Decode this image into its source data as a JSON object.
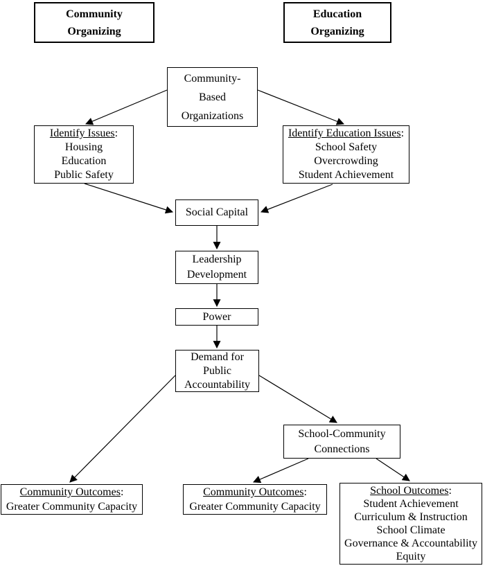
{
  "colors": {
    "background": "#ffffff",
    "border": "#000000",
    "text": "#000000",
    "arrow": "#000000"
  },
  "nodes": {
    "community_organizing": {
      "lines": [
        "Community",
        "Organizing"
      ]
    },
    "education_organizing": {
      "lines": [
        "Education",
        "Organizing"
      ]
    },
    "community_based_organizations": {
      "lines": [
        "Community-",
        "Based",
        "Organizations"
      ]
    },
    "identify_issues": {
      "title": "Identify Issues",
      "colon": ":",
      "items": [
        "Housing",
        "Education",
        "Public Safety"
      ]
    },
    "identify_education_issues": {
      "title": "Identify Education Issues",
      "colon": ":",
      "items": [
        "School Safety",
        "Overcrowding",
        "Student Achievement"
      ]
    },
    "social_capital": {
      "lines": [
        "Social Capital"
      ]
    },
    "leadership_development": {
      "lines": [
        "Leadership",
        "Development"
      ]
    },
    "power": {
      "lines": [
        "Power"
      ]
    },
    "demand_public_accountability": {
      "lines": [
        "Demand for",
        "Public",
        "Accountability"
      ]
    },
    "school_community_connections": {
      "lines": [
        "School-Community",
        "Connections"
      ]
    },
    "community_outcomes_left": {
      "title": "Community Outcomes",
      "colon": ":",
      "items": [
        "Greater Community Capacity"
      ]
    },
    "community_outcomes_center": {
      "title": "Community Outcomes",
      "colon": ":",
      "items": [
        "Greater Community Capacity"
      ]
    },
    "school_outcomes": {
      "title": "School Outcomes",
      "colon": ":",
      "items": [
        "Student Achievement",
        "Curriculum & Instruction",
        "School Climate",
        "Governance & Accountability",
        "Equity"
      ]
    }
  },
  "edges": [
    {
      "from": "community_based_organizations",
      "to": "identify_issues"
    },
    {
      "from": "community_based_organizations",
      "to": "identify_education_issues"
    },
    {
      "from": "identify_issues",
      "to": "social_capital"
    },
    {
      "from": "identify_education_issues",
      "to": "social_capital"
    },
    {
      "from": "social_capital",
      "to": "leadership_development"
    },
    {
      "from": "leadership_development",
      "to": "power"
    },
    {
      "from": "power",
      "to": "demand_public_accountability"
    },
    {
      "from": "demand_public_accountability",
      "to": "community_outcomes_left"
    },
    {
      "from": "demand_public_accountability",
      "to": "school_community_connections"
    },
    {
      "from": "school_community_connections",
      "to": "community_outcomes_center"
    },
    {
      "from": "school_community_connections",
      "to": "school_outcomes"
    }
  ]
}
